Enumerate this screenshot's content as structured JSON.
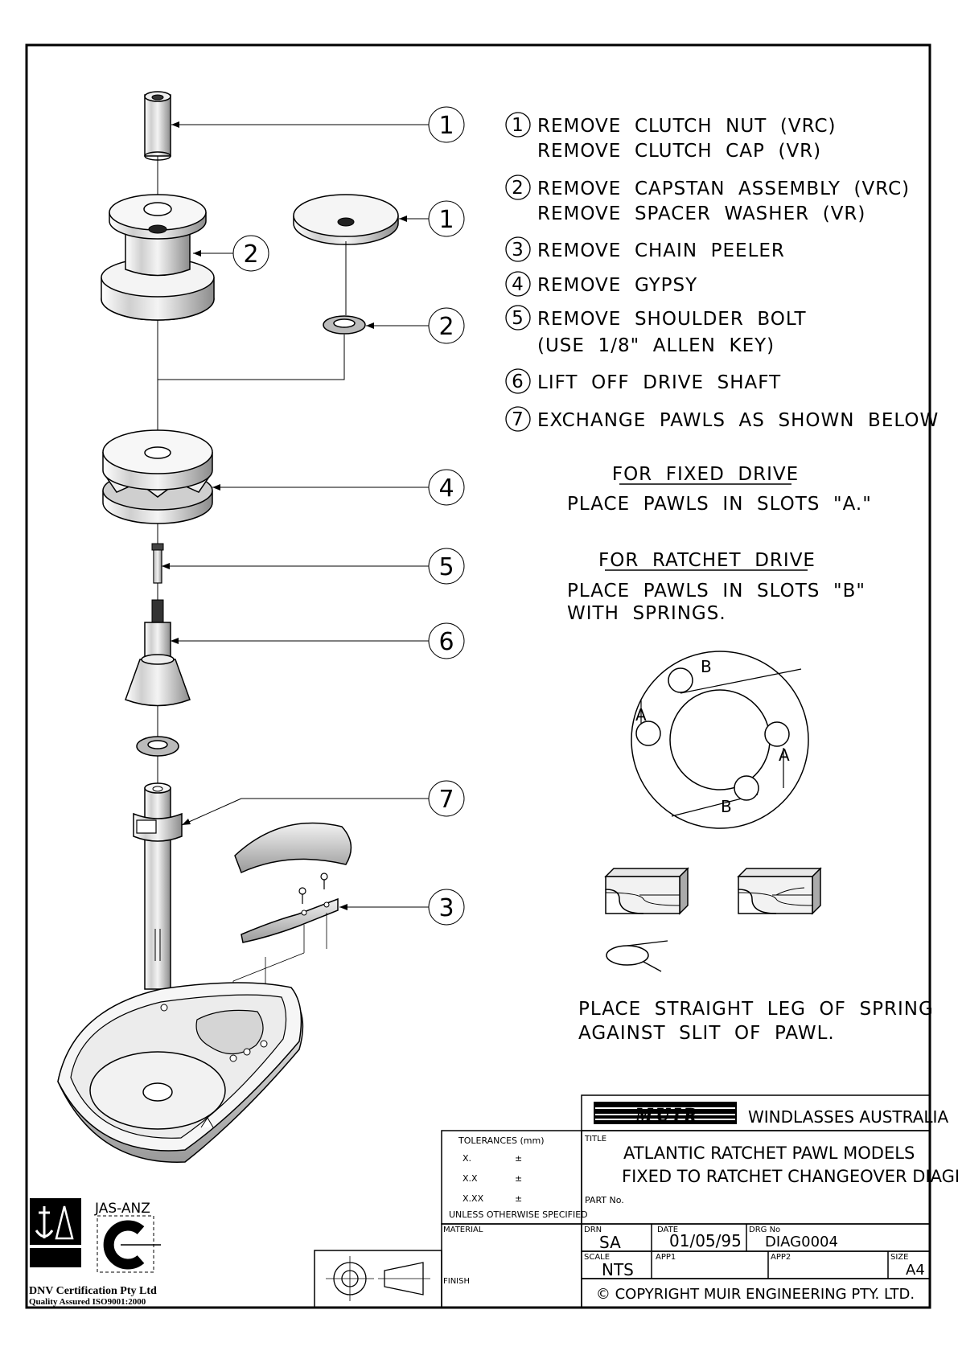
{
  "instructions": [
    {
      "num": "1",
      "lines": [
        "REMOVE  CLUTCH  NUT  (VRC)",
        "REMOVE  CLUTCH  CAP  (VR)"
      ]
    },
    {
      "num": "2",
      "lines": [
        "REMOVE  CAPSTAN  ASSEMBLY  (VRC)",
        "REMOVE  SPACER  WASHER  (VR)"
      ]
    },
    {
      "num": "3",
      "lines": [
        "REMOVE  CHAIN  PEELER"
      ]
    },
    {
      "num": "4",
      "lines": [
        "REMOVE  GYPSY"
      ]
    },
    {
      "num": "5",
      "lines": [
        "REMOVE  SHOULDER  BOLT",
        "(USE  1/8\"  ALLEN  KEY)"
      ]
    },
    {
      "num": "6",
      "lines": [
        "LIFT  OFF  DRIVE  SHAFT"
      ]
    },
    {
      "num": "7",
      "lines": [
        "EXCHANGE  PAWLS  AS  SHOWN  BELOW"
      ]
    }
  ],
  "fixed_drive": {
    "heading": "FOR  FIXED  DRIVE",
    "text": "PLACE  PAWLS  IN  SLOTS  \"A.\""
  },
  "ratchet_drive": {
    "heading": "FOR  RATCHET  DRIVE",
    "line1": "PLACE  PAWLS  IN  SLOTS  \"B\"",
    "line2": "WITH  SPRINGS."
  },
  "slot_labels": {
    "a": "A",
    "b": "B"
  },
  "spring_note": {
    "line1": "PLACE  STRAIGHT  LEG  OF  SPRING",
    "line2": "AGAINST  SLIT  OF  PAWL."
  },
  "callouts": [
    "1",
    "2",
    "1",
    "2",
    "4",
    "5",
    "6",
    "7",
    "3"
  ],
  "title_block": {
    "logo_text": "MUIR",
    "company": "WINDLASSES AUSTRALIA",
    "title_label": "TITLE",
    "title_line1": "ATLANTIC RATCHET PAWL MODELS",
    "title_line2": "FIXED TO RATCHET CHANGEOVER DIAGRAM",
    "part_label": "PART No.",
    "tolerances_label": "TOLERANCES (mm)",
    "tol_rows": [
      {
        "fmt": "X.",
        "sym": "±"
      },
      {
        "fmt": "X.X",
        "sym": "±"
      },
      {
        "fmt": "X.XX",
        "sym": "±"
      }
    ],
    "unless": "UNLESS OTHERWISE SPECIFIED",
    "material_label": "MATERIAL",
    "finish_label": "FINISH",
    "drn_label": "DRN",
    "drn_value": "SA",
    "date_label": "DATE",
    "date_value": "01/05/95",
    "drg_label": "DRG No",
    "drg_value": "DIAG0004",
    "scale_label": "SCALE",
    "scale_value": "NTS",
    "app1_label": "APP1",
    "app2_label": "APP2",
    "size_label": "SIZE",
    "size_value": "A4",
    "copyright": "© COPYRIGHT MUIR ENGINEERING PTY. LTD."
  },
  "certification": {
    "jas_anz": "JAS-ANZ",
    "dnv": "DNV",
    "line1": "DNV Certification Pty Ltd",
    "line2": "Quality Assured ISO9001:2000"
  }
}
